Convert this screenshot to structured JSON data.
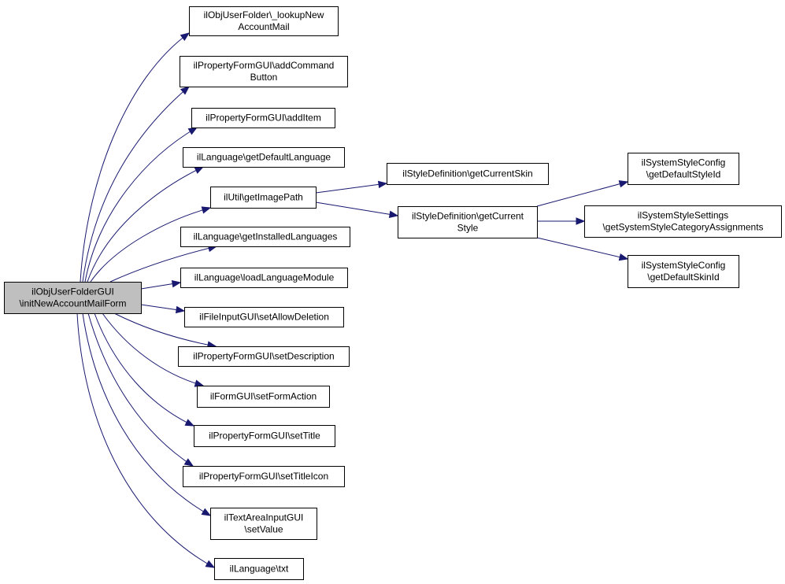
{
  "nodes": [
    {
      "id": "root",
      "lines": [
        "ilObjUserFolderGUI",
        "\\initNewAccountMailForm"
      ],
      "highlight": true
    },
    {
      "id": "lookup",
      "lines": [
        "ilObjUserFolder\\_lookupNew",
        "AccountMail"
      ]
    },
    {
      "id": "addCmd",
      "lines": [
        "ilPropertyFormGUI\\addCommand",
        "Button"
      ]
    },
    {
      "id": "addItem",
      "lines": [
        "ilPropertyFormGUI\\addItem"
      ]
    },
    {
      "id": "defLang",
      "lines": [
        "ilLanguage\\getDefaultLanguage"
      ]
    },
    {
      "id": "imgPath",
      "lines": [
        "ilUtil\\getImagePath"
      ]
    },
    {
      "id": "instLang",
      "lines": [
        "ilLanguage\\getInstalledLanguages"
      ]
    },
    {
      "id": "loadLang",
      "lines": [
        "ilLanguage\\loadLanguageModule"
      ]
    },
    {
      "id": "allowDel",
      "lines": [
        "ilFileInputGUI\\setAllowDeletion"
      ]
    },
    {
      "id": "setDesc",
      "lines": [
        "ilPropertyFormGUI\\setDescription"
      ]
    },
    {
      "id": "formAction",
      "lines": [
        "ilFormGUI\\setFormAction"
      ]
    },
    {
      "id": "setTitle",
      "lines": [
        "ilPropertyFormGUI\\setTitle"
      ]
    },
    {
      "id": "titleIcon",
      "lines": [
        "ilPropertyFormGUI\\setTitleIcon"
      ]
    },
    {
      "id": "textArea",
      "lines": [
        "ilTextAreaInputGUI",
        "\\setValue"
      ]
    },
    {
      "id": "txt",
      "lines": [
        "ilLanguage\\txt"
      ]
    },
    {
      "id": "curSkin",
      "lines": [
        "ilStyleDefinition\\getCurrentSkin"
      ]
    },
    {
      "id": "curStyle",
      "lines": [
        "ilStyleDefinition\\getCurrent",
        "Style"
      ]
    },
    {
      "id": "defStyleId",
      "lines": [
        "ilSystemStyleConfig",
        "\\getDefaultStyleId"
      ]
    },
    {
      "id": "catAssign",
      "lines": [
        "ilSystemStyleSettings",
        "\\getSystemStyleCategoryAssignments"
      ]
    },
    {
      "id": "defSkinId",
      "lines": [
        "ilSystemStyleConfig",
        "\\getDefaultSkinId"
      ]
    }
  ],
  "edges": [
    {
      "from": "root",
      "to": "lookup"
    },
    {
      "from": "root",
      "to": "addCmd"
    },
    {
      "from": "root",
      "to": "addItem"
    },
    {
      "from": "root",
      "to": "defLang"
    },
    {
      "from": "root",
      "to": "imgPath"
    },
    {
      "from": "root",
      "to": "instLang"
    },
    {
      "from": "root",
      "to": "loadLang"
    },
    {
      "from": "root",
      "to": "allowDel"
    },
    {
      "from": "root",
      "to": "setDesc"
    },
    {
      "from": "root",
      "to": "formAction"
    },
    {
      "from": "root",
      "to": "setTitle"
    },
    {
      "from": "root",
      "to": "titleIcon"
    },
    {
      "from": "root",
      "to": "textArea"
    },
    {
      "from": "root",
      "to": "txt"
    },
    {
      "from": "imgPath",
      "to": "curSkin"
    },
    {
      "from": "imgPath",
      "to": "curStyle"
    },
    {
      "from": "curStyle",
      "to": "defStyleId"
    },
    {
      "from": "curStyle",
      "to": "catAssign"
    },
    {
      "from": "curStyle",
      "to": "defSkinId"
    }
  ],
  "colors": {
    "edge": "#191970",
    "root_fill": "#bfbfbf",
    "node_fill": "#ffffff",
    "border": "#000000"
  }
}
